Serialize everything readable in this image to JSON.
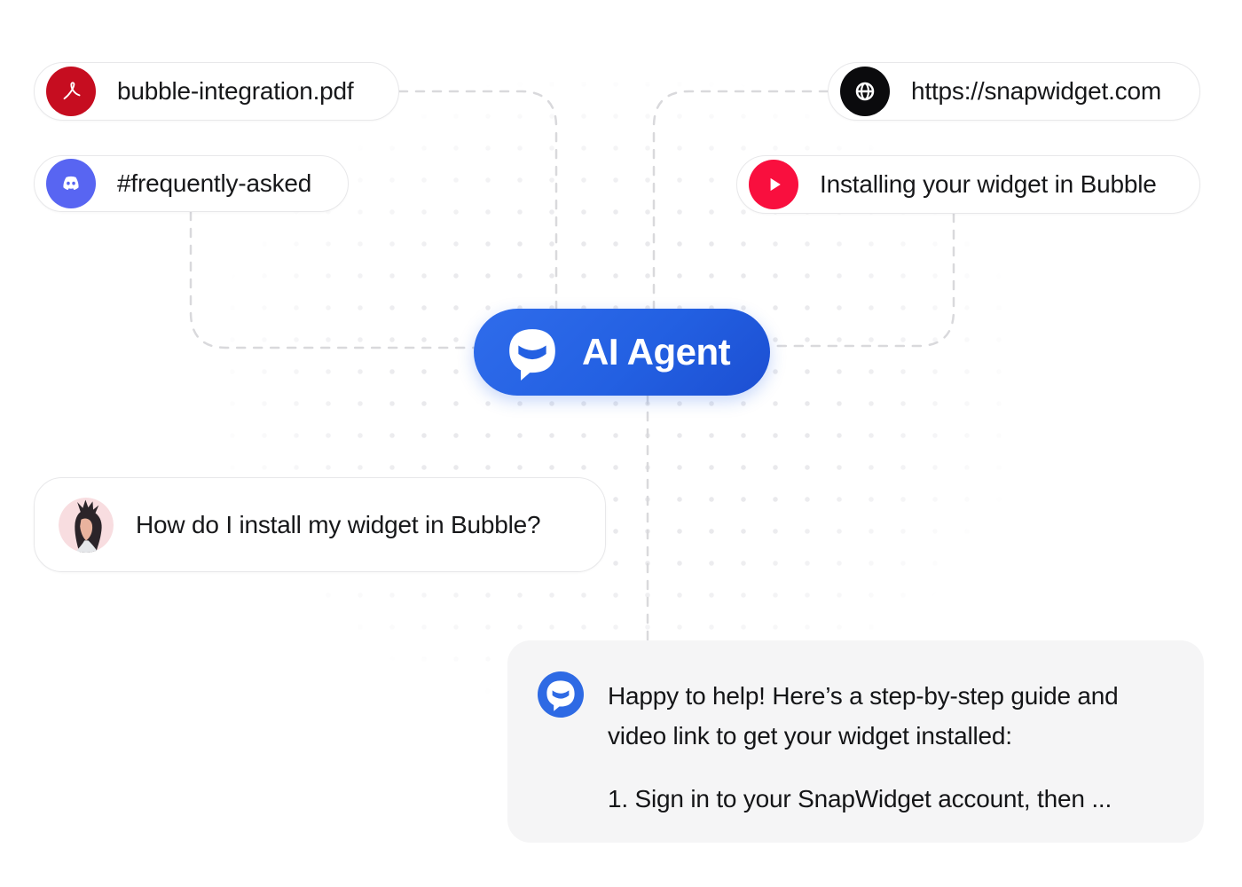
{
  "background": {
    "dot_color": "#e9e9ec",
    "connector_color": "#d9d9dc"
  },
  "sources": {
    "pdf": {
      "label": "bubble-integration.pdf",
      "icon": "pdf-acrobat-icon",
      "icon_color": "#c60d20"
    },
    "discord": {
      "label": "#frequently-asked",
      "icon": "discord-icon",
      "icon_color": "#5865f2"
    },
    "website": {
      "label": "https://snapwidget.com",
      "icon": "globe-icon",
      "icon_color": "#0b0b0d"
    },
    "video": {
      "label": "Installing your widget in Bubble",
      "icon": "play-icon",
      "icon_color": "#f90f3e"
    }
  },
  "agent": {
    "label": "AI Agent",
    "pill_color": "#2563eb",
    "icon": "chat-bubble-logo"
  },
  "question": {
    "text": "How do I install my widget in Bubble?",
    "avatar": "user-avatar-photo"
  },
  "answer": {
    "bubble_color": "#f5f5f6",
    "icon": "chat-bubble-logo",
    "icon_color": "#2e6ae4",
    "paragraph1": "Happy to help! Here’s a step-by-step guide and video link to get your widget installed:",
    "paragraph2": "1. Sign in to your SnapWidget account, then ..."
  }
}
